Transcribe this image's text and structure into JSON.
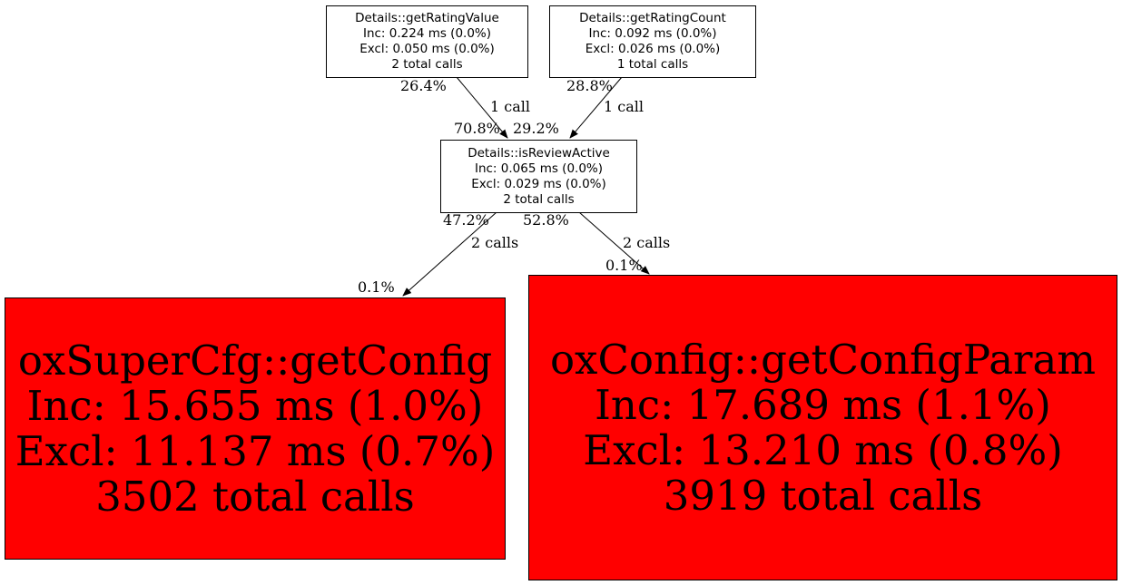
{
  "nodes": [
    {
      "name": "Details::getRatingValue",
      "inc": "Inc: 0.224 ms (0.0%)",
      "excl": "Excl: 0.050 ms (0.0%)",
      "calls": "2 total calls"
    },
    {
      "name": "Details::getRatingCount",
      "inc": "Inc: 0.092 ms (0.0%)",
      "excl": "Excl: 0.026 ms (0.0%)",
      "calls": "1 total calls"
    },
    {
      "name": "Details::isReviewActive",
      "inc": "Inc: 0.065 ms (0.0%)",
      "excl": "Excl: 0.029 ms (0.0%)",
      "calls": "2 total calls"
    },
    {
      "name": "oxSuperCfg::getConfig",
      "inc": "Inc: 15.655 ms (1.0%)",
      "excl": "Excl: 11.137 ms (0.7%)",
      "calls": "3502 total calls"
    },
    {
      "name": "oxConfig::getConfigParam",
      "inc": "Inc: 17.689 ms (1.1%)",
      "excl": "Excl: 13.210 ms (0.8%)",
      "calls": "3919 total calls"
    }
  ],
  "edges": [
    {
      "tail": "26.4%",
      "label": "1 call",
      "head": "70.8%"
    },
    {
      "tail": "28.8%",
      "label": "1 call",
      "head": "29.2%"
    },
    {
      "tail": "47.2%",
      "label": "2 calls",
      "head": "0.1%"
    },
    {
      "tail": "52.8%",
      "label": "2 calls",
      "head": "0.1%"
    }
  ],
  "colors": {
    "hot": "#ff0000",
    "normal": "#ffffff"
  }
}
